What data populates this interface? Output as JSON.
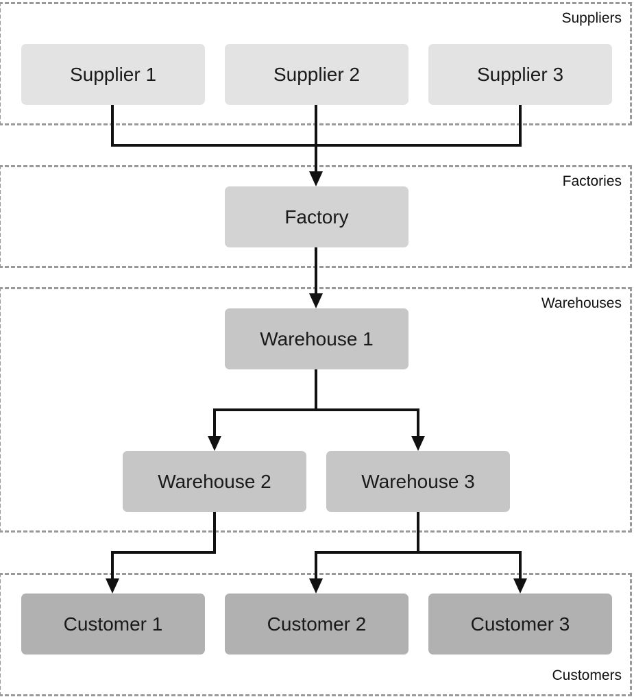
{
  "groups": {
    "suppliers": "Suppliers",
    "factories": "Factories",
    "warehouses": "Warehouses",
    "customers": "Customers"
  },
  "nodes": {
    "supplier1": "Supplier 1",
    "supplier2": "Supplier 2",
    "supplier3": "Supplier 3",
    "factory": "Factory",
    "warehouse1": "Warehouse 1",
    "warehouse2": "Warehouse 2",
    "warehouse3": "Warehouse 3",
    "customer1": "Customer 1",
    "customer2": "Customer 2",
    "customer3": "Customer 3"
  },
  "edges": [
    {
      "from": "Supplier 1",
      "to": "Factory"
    },
    {
      "from": "Supplier 2",
      "to": "Factory"
    },
    {
      "from": "Supplier 3",
      "to": "Factory"
    },
    {
      "from": "Factory",
      "to": "Warehouse 1"
    },
    {
      "from": "Warehouse 1",
      "to": "Warehouse 2"
    },
    {
      "from": "Warehouse 1",
      "to": "Warehouse 3"
    },
    {
      "from": "Warehouse 2",
      "to": "Customer 1"
    },
    {
      "from": "Warehouse 3",
      "to": "Customer 2"
    },
    {
      "from": "Warehouse 3",
      "to": "Customer 3"
    }
  ],
  "colors": {
    "supplier_fill": "#e3e3e3",
    "factory_fill": "#d3d3d3",
    "warehouse_fill": "#c6c6c6",
    "customer_fill": "#b1b1b1",
    "group_border": "#999999",
    "edge": "#111111"
  }
}
